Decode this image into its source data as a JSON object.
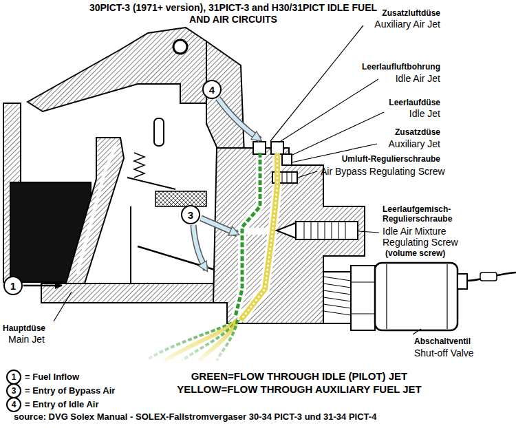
{
  "diagram": {
    "title": "30PICT-3 (1971+ version), 31PICT-3 and H30/31PICT IDLE FUEL AND AIR CIRCUITS",
    "nodes": [
      {
        "text": [
          "4"
        ]
      },
      {
        "text": [
          "3"
        ]
      },
      {
        "text": [
          "1"
        ]
      },
      {
        "text": [
          "1"
        ]
      },
      {
        "text": [
          "3"
        ]
      },
      {
        "text": [
          "4"
        ]
      }
    ],
    "labels": [
      "Zusatzluftdüse",
      "Auxiliary Air Jet",
      "Leerlaufluftbohrung",
      "Idle Air Jet",
      "Leerlaufdüse",
      "Idle Jet",
      "Zusatzdüse",
      "Auxiliary Jet",
      "Umluft-Regulierschraube",
      "Air Bypass Regulating Screw",
      "Leerlaufgemisch- Regulierschraube",
      "Idle Air Mixture Regulating Screw",
      "(volume screw)",
      "Hauptdüse",
      "Main Jet",
      "Abschaltventil",
      "Shut-off Valve",
      "= Fuel Inflow",
      "= Entry of Bypass Air",
      "= Entry of Idle Air",
      "GREEN=FLOW THROUGH IDLE (PILOT) JET",
      "YELLOW=FLOW THROUGH AUXILIARY FUEL JET",
      "source: DVG Solex Manual - SOLEX-Fallstromvergaser 30-34 PICT-3 und 31-34 PICT-4"
    ]
  }
}
